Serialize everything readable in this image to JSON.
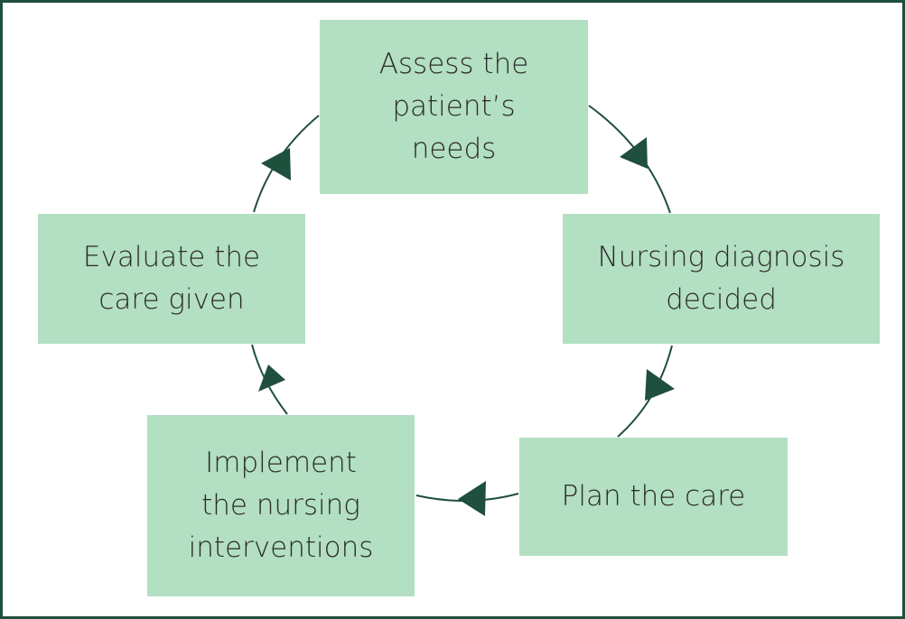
{
  "diagram": {
    "steps": [
      {
        "id": "assess",
        "label": "Assess the\npatient’s\nneeds"
      },
      {
        "id": "diagnosis",
        "label": "Nursing diagnosis\ndecided"
      },
      {
        "id": "plan",
        "label": "Plan the care"
      },
      {
        "id": "implement",
        "label": "Implement\nthe nursing\ninterventions"
      },
      {
        "id": "evaluate",
        "label": "Evaluate the\ncare given"
      }
    ],
    "colors": {
      "box_fill": "#b3dfc3",
      "arrow": "#1f4f3d",
      "border": "#1f4f3d",
      "text": "#2b2b2b"
    }
  }
}
